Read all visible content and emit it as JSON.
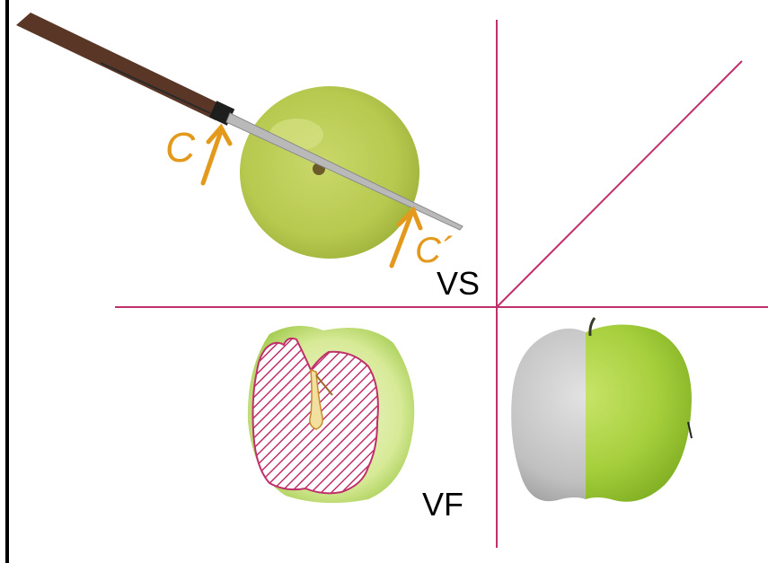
{
  "labels": {
    "cut_start": "C",
    "cut_end": "C´",
    "view_side": "VS",
    "view_front": "VF"
  },
  "colors": {
    "projection_lines": "#c0306a",
    "cut_arrows": "#e39a1c",
    "hatch": "#c0306a",
    "apple_green": "#a6cf3c",
    "apple_gray": "#b9b9b9",
    "knife_handle": "#5a3626",
    "frame_border": "#000000"
  },
  "icons": {
    "knife": "knife-icon",
    "whole_apple": "apple-top-view-icon",
    "sectioned_apple": "apple-section-icon",
    "half_gray_apple": "apple-half-gray-icon"
  }
}
